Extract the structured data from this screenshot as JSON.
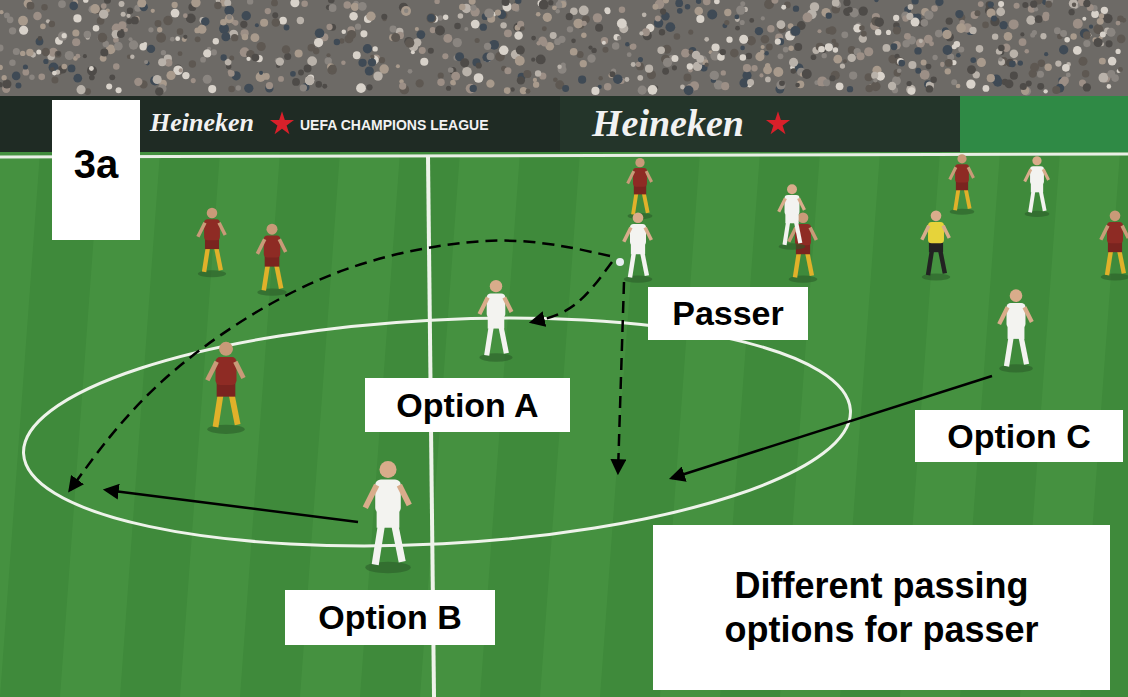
{
  "diagram": {
    "nodes": [
      {
        "text": [
          "3a"
        ]
      },
      {
        "text": [
          "Passer"
        ]
      },
      {
        "text": [
          "Option A"
        ]
      },
      {
        "text": [
          "Option C"
        ]
      },
      {
        "text": [
          "Different passing options for passer"
        ]
      },
      {
        "text": [
          "Option B"
        ]
      }
    ],
    "labels": [
      "Heineken",
      "UEFA CHAMPIONS LEAGUE",
      "Heineken"
    ]
  }
}
